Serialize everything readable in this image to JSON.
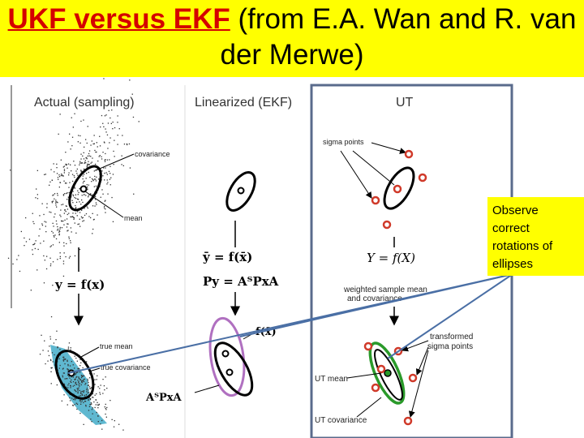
{
  "title": {
    "highlight": "UKF versus EKF",
    "rest_line1": " (from E.A. Wan and R. van",
    "line2": "der Merwe)"
  },
  "panels": {
    "actual": {
      "header": "Actual (sampling)",
      "covariance_label": "covariance",
      "mean_label": "mean",
      "mapping": "y = f(x)",
      "true_mean_label": "true mean",
      "true_covariance_label": "true covariance"
    },
    "ekf": {
      "header": "Linearized (EKF)",
      "mean_map": "ȳ = f(x̄)",
      "cov_map": "Py = AᵀPxA",
      "f_label": "f(x̄)",
      "transformed_cov": "AᵀPxA"
    },
    "ut": {
      "header": "UT",
      "sigma_points_label": "sigma points",
      "mapping": "Y = f(X)",
      "weighted_label_line1": "weighted sample mean",
      "weighted_label_line2": "and covariance",
      "transformed_label_line1": "transformed",
      "transformed_label_line2": "sigma points",
      "ut_mean_label": "UT mean",
      "ut_covariance_label": "UT covariance"
    }
  },
  "callout": {
    "text_line1": "Observe",
    "text_line2": "correct",
    "text_line3": "rotations of",
    "text_line4": "ellipses"
  },
  "colors": {
    "title_bg": "#ffff00",
    "title_highlight": "#d40000",
    "ut_box": "#5a6b8c",
    "ekf_ellipse": "#b070c0",
    "ut_ellipse": "#2a9a2a",
    "sigma_point": "#d03a2a",
    "pointer_line": "#4a6fa5",
    "true_cov_fill": "#2aa0c0"
  }
}
